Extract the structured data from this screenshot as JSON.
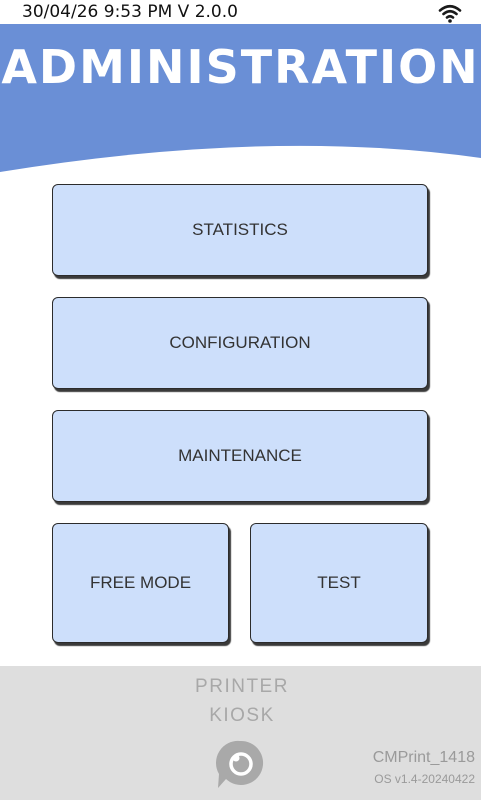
{
  "status_bar": {
    "text": "30/04/26 9:53 PM V 2.0.0",
    "wifi_icon": "wifi-icon"
  },
  "header": {
    "title": "ADMINISTRATION",
    "color": "#6a8fd6"
  },
  "menu": {
    "statistics": "STATISTICS",
    "configuration": "CONFIGURATION",
    "maintenance": "MAINTENANCE",
    "free_mode": "FREE MODE",
    "test": "TEST",
    "button_color": "#cddffb"
  },
  "footer": {
    "brand_line1": "PRINTER",
    "brand_line2": "KIOSK",
    "logo_icon": "printer-kiosk-logo-icon",
    "device_name": "CMPrint_1418",
    "os_version": "OS v1.4-20240422"
  }
}
